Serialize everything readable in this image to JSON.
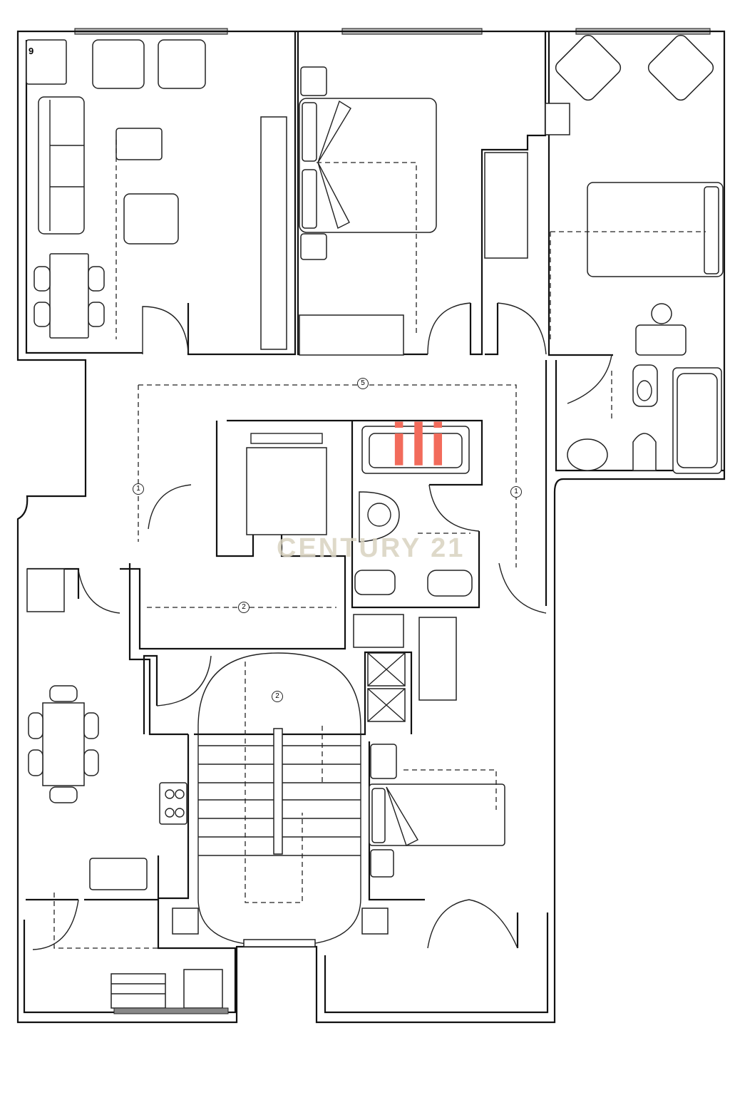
{
  "plan": {
    "type": "apartment floor plan",
    "cabinet_label": "9",
    "circuit_markers": [
      "5",
      "1",
      "1",
      "2",
      "2"
    ]
  },
  "branding": {
    "logo_text": "ili",
    "logo_color": "#f26b5b",
    "watermark_text": "CENTURY 21",
    "watermark_color": "#d9d3c0"
  }
}
